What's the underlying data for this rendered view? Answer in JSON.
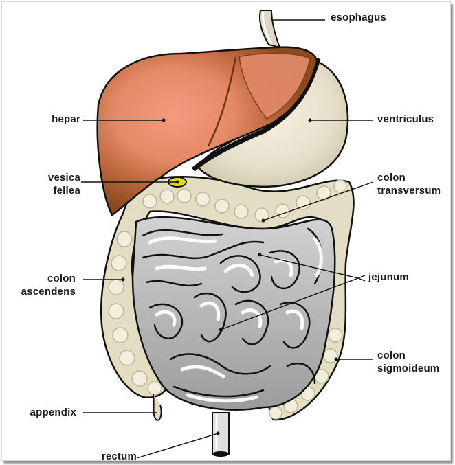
{
  "labels": {
    "esophagus": "esophagus",
    "hepar": "hepar",
    "ventriculus": "ventriculus",
    "vesica": [
      "vesica",
      "fellea"
    ],
    "colon_transversum": [
      "colon",
      "transversum"
    ],
    "colon_ascendens": [
      "colon",
      "ascendens"
    ],
    "jejunum": "jejunum",
    "colon_sigmoideum": [
      "colon",
      "sigmoideum"
    ],
    "appendix": "appendix",
    "rectum": "rectum"
  },
  "colors": {
    "liver_dark": "#8a4a1e",
    "liver_mid": "#c06a3c",
    "liver_light": "#f0957a",
    "stomach": "#e6e0cc",
    "stomach_light": "#f6f2e4",
    "colon": "#e2dcc2",
    "intestine": "#b9b9b9",
    "intestine_light": "#ffffff",
    "gallbladder": "#e0e000",
    "outline": "#111111"
  }
}
